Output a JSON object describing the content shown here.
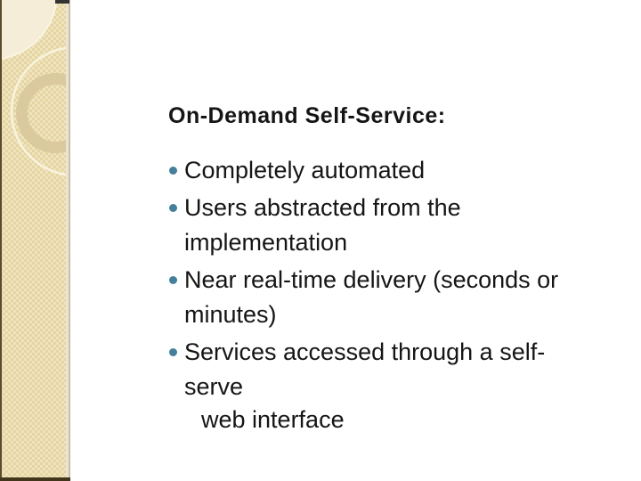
{
  "slide": {
    "title": "On-Demand Self-Service:",
    "bullets": [
      {
        "lines": [
          "Completely automated"
        ]
      },
      {
        "lines": [
          "Users abstracted from the",
          "implementation"
        ]
      },
      {
        "lines": [
          "Near real-time delivery (seconds or",
          "minutes)"
        ]
      },
      {
        "lines": [
          "Services accessed through a self-",
          "serve"
        ]
      }
    ],
    "continuation": "web interface"
  },
  "theme": {
    "bg": "#FFFFFF",
    "text": "#151515",
    "bullet": "#44809B",
    "sidebar_bg": "#EBDCAB",
    "sidebar_light": "#F5EDD8",
    "ring_color": "#D9C89C",
    "cream_outline": "#F9F3DF",
    "edge_dark": "#5C4B2E",
    "sep_light": "#E9E4D6",
    "sep_tan": "#C9BFA4",
    "bottom_bar": "#42351C"
  }
}
